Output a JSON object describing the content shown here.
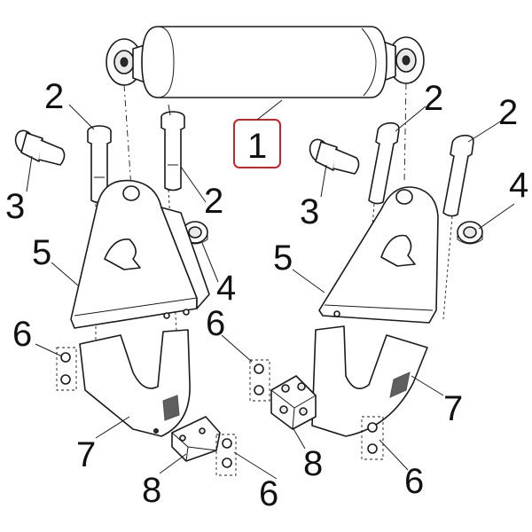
{
  "callouts": {
    "c1": "1",
    "c2a": "2",
    "c2b": "2",
    "c2c": "2",
    "c2d": "2",
    "c3a": "3",
    "c3b": "3",
    "c4a": "4",
    "c4b": "4",
    "c5a": "5",
    "c5b": "5",
    "c6a": "6",
    "c6b": "6",
    "c6c": "6",
    "c6d": "6",
    "c7a": "7",
    "c7b": "7",
    "c8a": "8",
    "c8b": "8"
  },
  "colors": {
    "highlight": "#cc2229",
    "line": "#1a1a1a",
    "background": "#ffffff"
  }
}
